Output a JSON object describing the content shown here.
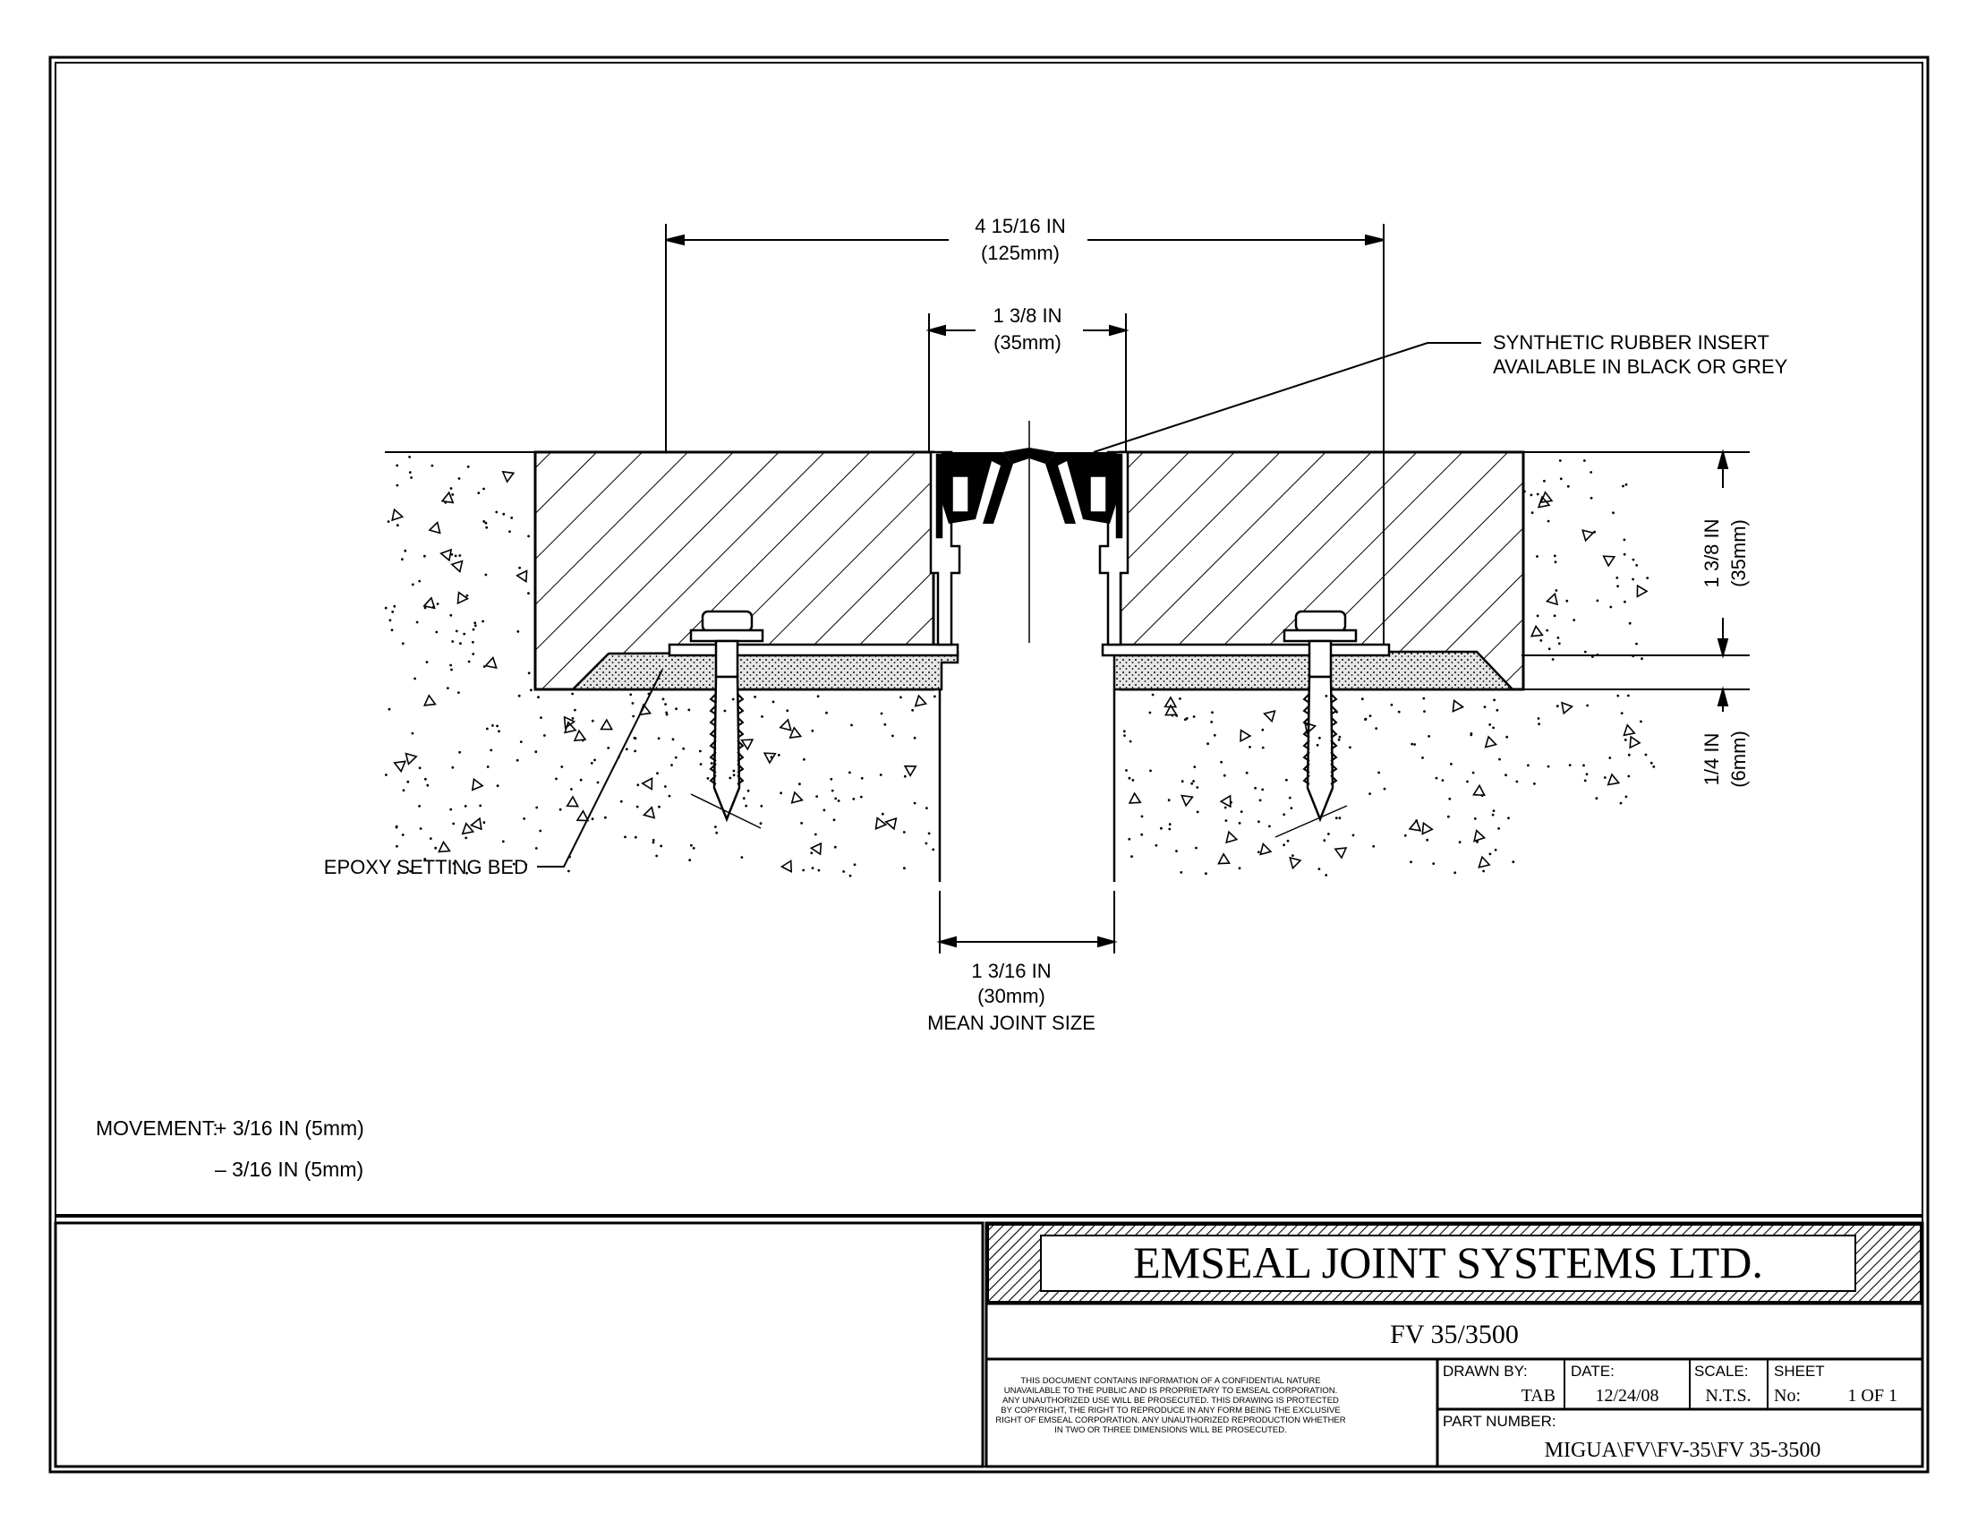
{
  "drawing": {
    "dimensions": {
      "overall_width_in": "4 15/16 IN",
      "overall_width_mm": "(125mm)",
      "insert_width_in": "1 3/8 IN",
      "insert_width_mm": "(35mm)",
      "depth_in": "1 3/8 IN",
      "depth_mm": "(35mm)",
      "bed_in": "1/4 IN",
      "bed_mm": "(6mm)",
      "joint_in": "1 3/16 IN",
      "joint_mm": "(30mm)",
      "joint_note": "MEAN JOINT SIZE"
    },
    "callouts": {
      "insert_line1": "SYNTHETIC RUBBER INSERT",
      "insert_line2": "AVAILABLE IN BLACK OR GREY",
      "epoxy": "EPOXY SETTING BED"
    },
    "movement": {
      "label": "MOVEMENT:",
      "plus": "+ 3/16 IN (5mm)",
      "minus": "– 3/16 IN (5mm)"
    }
  },
  "title_block": {
    "company": "EMSEAL JOINT SYSTEMS LTD.",
    "product": "FV 35/3500",
    "notice": [
      "THIS DOCUMENT CONTAINS INFORMATION OF A CONFIDENTIAL NATURE",
      "UNAVAILABLE TO THE PUBLIC AND IS PROPRIETARY TO EMSEAL CORPORATION.",
      "ANY UNAUTHORIZED USE WILL BE PROSECUTED. THIS DRAWING IS PROTECTED",
      "BY COPYRIGHT, THE RIGHT TO REPRODUCE IN ANY FORM BEING THE EXCLUSIVE",
      "RIGHT OF EMSEAL CORPORATION. ANY UNAUTHORIZED REPRODUCTION WHETHER",
      "IN TWO OR THREE DIMENSIONS WILL BE PROSECUTED."
    ],
    "drawn_by_label": "DRAWN BY:",
    "drawn_by": "TAB",
    "date_label": "DATE:",
    "date": "12/24/08",
    "scale_label": "SCALE:",
    "scale": "N.T.S.",
    "sheet_label": "SHEET",
    "sheet_no_label": "No:",
    "sheet_no": "1 OF 1",
    "part_label": "PART NUMBER:",
    "part_number": "MIGUA\\FV\\FV-35\\FV 35-3500"
  },
  "colors": {
    "line": "#000000",
    "paper": "#ffffff",
    "bed_fill": "#e6e6e6"
  }
}
